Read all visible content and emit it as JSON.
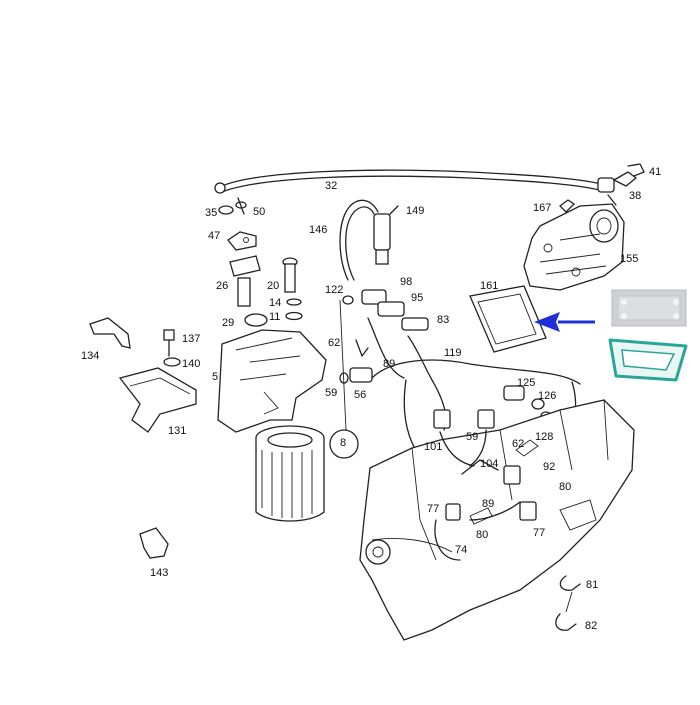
{
  "callouts": {
    "c32": "32",
    "c41": "41",
    "c38": "38",
    "c167": "167",
    "c155": "155",
    "c149": "149",
    "c35": "35",
    "c50": "50",
    "c47": "47",
    "c146": "146",
    "c26": "26",
    "c20": "20",
    "c14": "14",
    "c11": "11",
    "c29": "29",
    "c122": "122",
    "c98": "98",
    "c95": "95",
    "c161": "161",
    "c83": "83",
    "c62a": "62",
    "c89a": "89",
    "c119": "119",
    "c134": "134",
    "c137": "137",
    "c140": "140",
    "c5": "5",
    "c131": "131",
    "c59a": "59",
    "c56": "56",
    "c8": "8",
    "c125": "125",
    "c126": "126",
    "c128": "128",
    "c101": "101",
    "c59b": "59",
    "c62b": "62",
    "c104": "104",
    "c92": "92",
    "c80a": "80",
    "c77a": "77",
    "c89b": "89",
    "c80b": "80",
    "c77b": "77",
    "c74": "74",
    "c143": "143",
    "c81": "81",
    "c82": "82"
  },
  "colors": {
    "highlight_arrow": "#1f2fd6",
    "gasket_fill": "#e9f6f4",
    "gasket_outline": "#2aa59a",
    "gasket_photo": "#cfd1d4",
    "line": "#222222"
  }
}
